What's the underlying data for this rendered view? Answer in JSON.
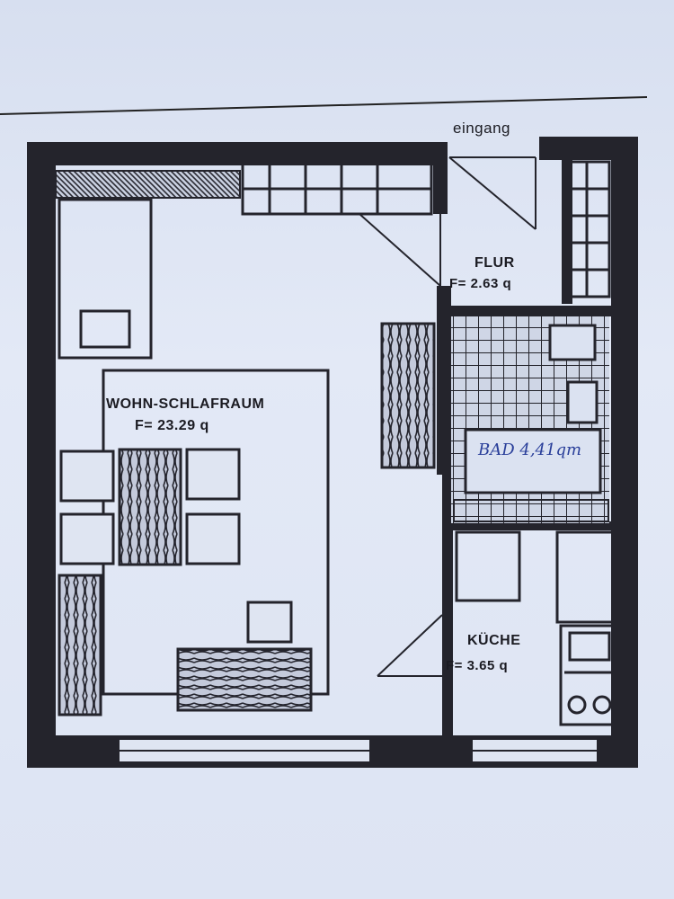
{
  "plan": {
    "entrance_label": "eingang",
    "rooms": {
      "flur": {
        "name": "FLUR",
        "area": "F= 2.63 q"
      },
      "wohn": {
        "name": "WOHN-SCHLAFRAUM",
        "area": "F= 23.29 q"
      },
      "bad": {
        "handwritten": "BAD 4,41qm"
      },
      "kueche": {
        "name": "KÜCHE",
        "area": "F= 3.65 q"
      }
    }
  },
  "colors": {
    "paper": "#dfe6f4",
    "ink": "#1b1b22",
    "handwriting": "#2a3f9a"
  }
}
